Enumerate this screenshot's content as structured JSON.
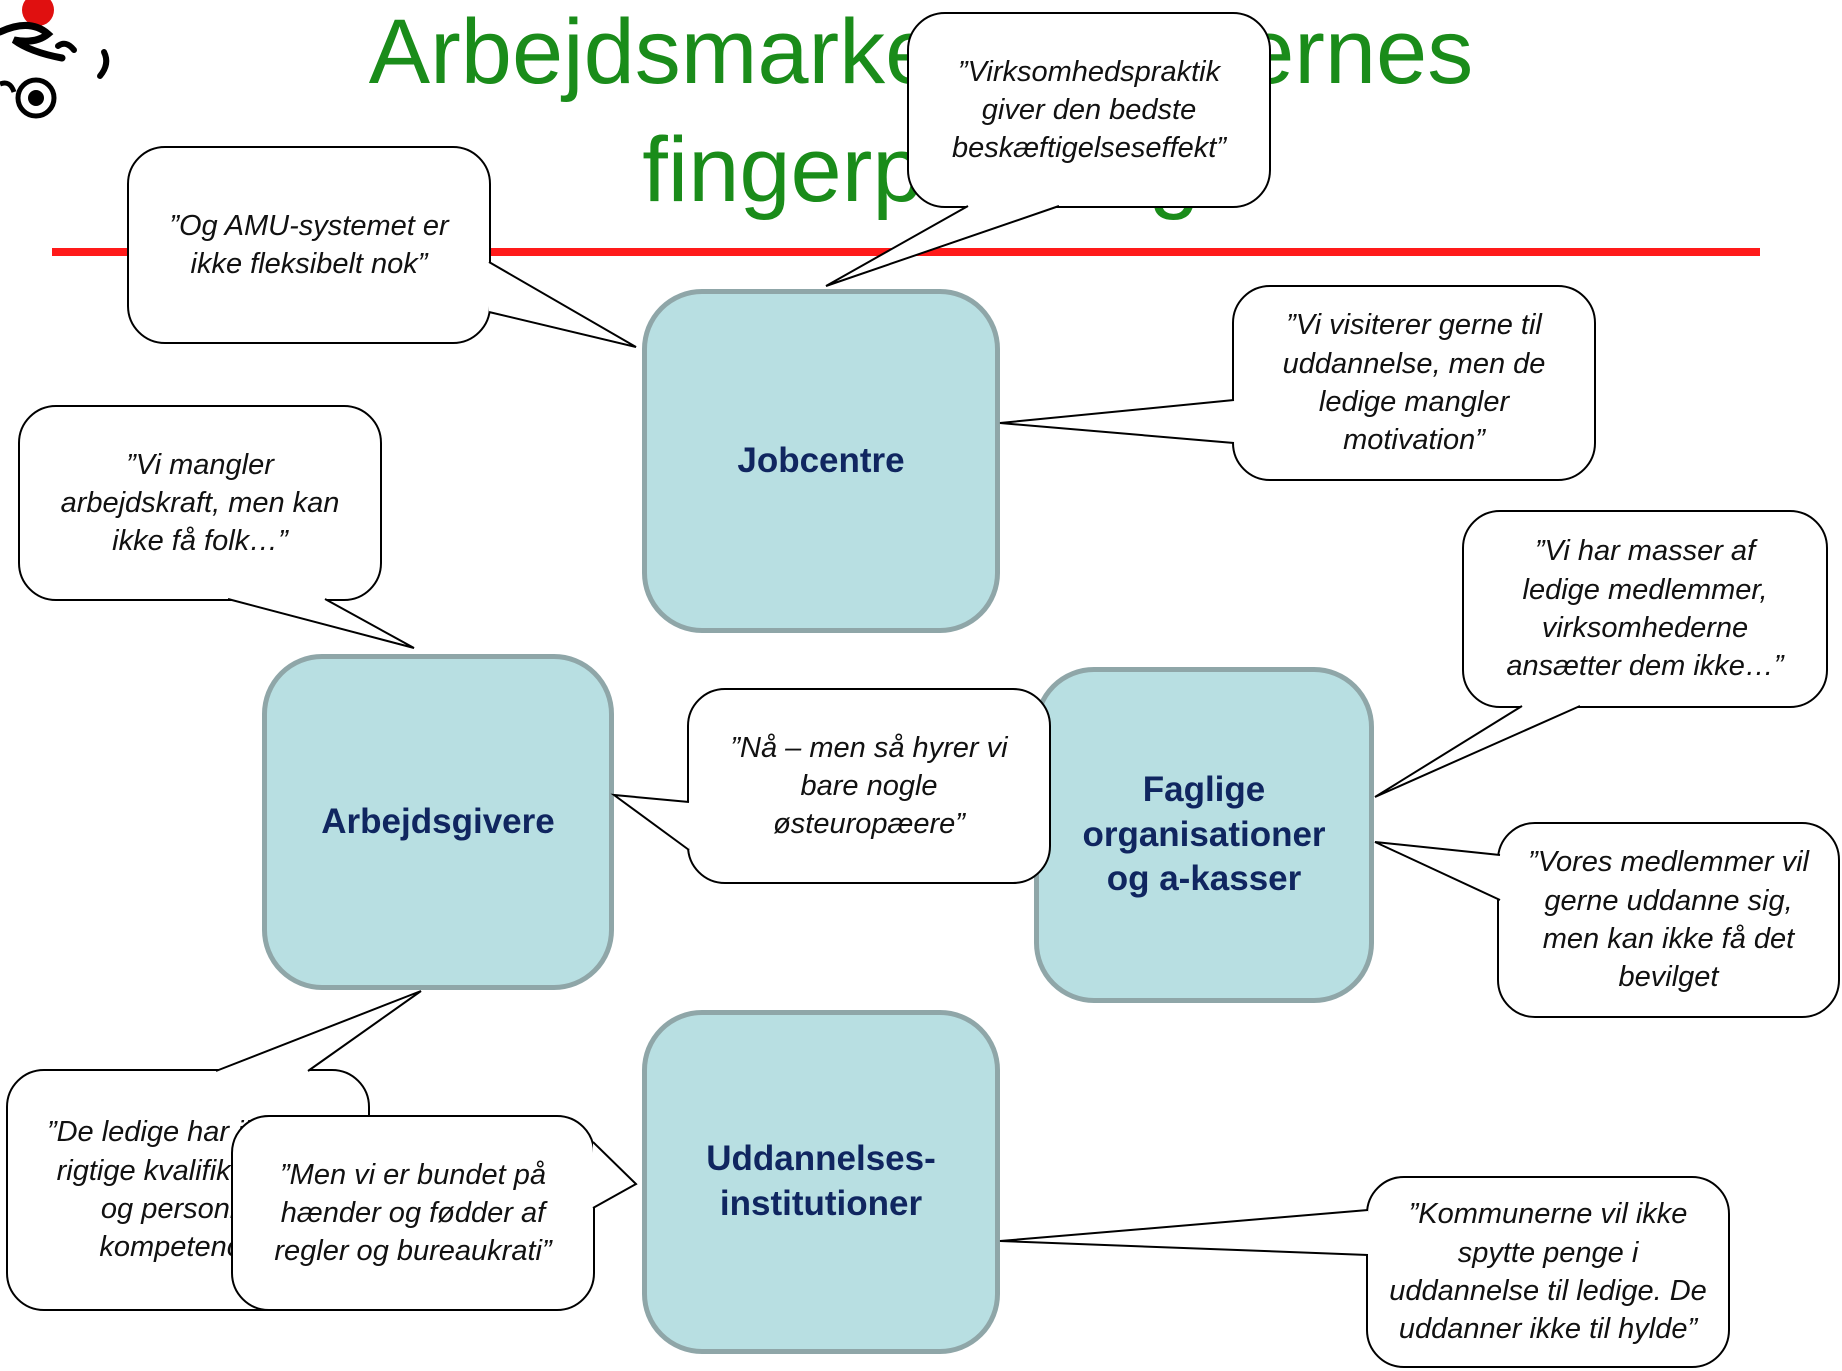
{
  "title": {
    "line1": "Arbejdsmarkedsaktørernes",
    "line2": "fingerpegning"
  },
  "actors": {
    "jobcentre": "Jobcentre",
    "arbejdsgivere": "Arbejdsgivere",
    "faglige": "Faglige organisationer og a-kasser",
    "uddannelse": "Uddannelses-institutioner"
  },
  "quotes": {
    "amu": "”Og AMU-systemet er ikke fleksibelt nok”",
    "virksomhedspraktik": "”Virksomhedspraktik giver den bedste beskæftigelseseffekt”",
    "visiterer": "”Vi visiterer gerne til uddannelse, men de ledige mangler motivation”",
    "mangler_arbejdskraft": "”Vi mangler arbejdskraft, men kan ikke få folk…”",
    "masser_ledige": "”Vi har masser af ledige medlemmer, virksomhederne ansætter dem ikke…”",
    "osteuropaeere": "”Nå – men så hyrer vi bare nogle østeuropæere”",
    "vores_medlemmer": "”Vores medlemmer vil gerne uddanne sig, men kan ikke få det bevilget",
    "kvalifikationer": "”De ledige har ikke de rigtige kvalifikationer og personlige kompetencer”",
    "bundet": "”Men vi er bundet på hænder og fødder af regler og bureaukrati”",
    "kommunerne": "”Kommunerne vil ikke spytte penge i uddannelse til ledige. De uddanner ikke til hylde”"
  },
  "colors": {
    "title_green": "#1a8c1a",
    "rule_red": "#ff1a1a",
    "actor_fill": "#b8dfe2",
    "actor_border": "#8fa6a8",
    "actor_text": "#102660"
  }
}
